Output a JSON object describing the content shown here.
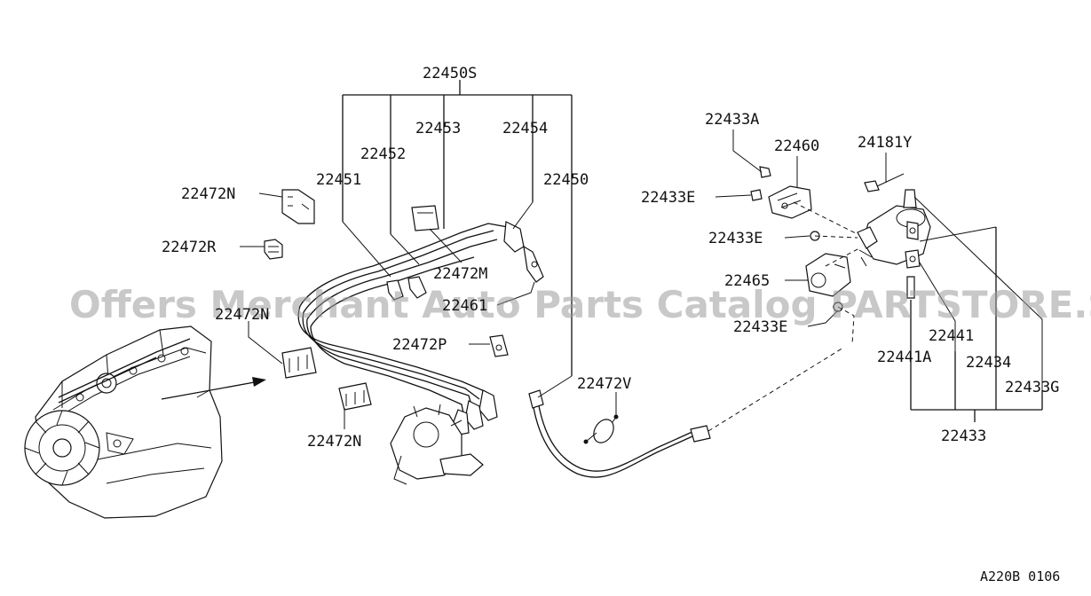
{
  "labels": {
    "l22450S": "22450S",
    "l22453": "22453",
    "l22454": "22454",
    "l22452": "22452",
    "l22451": "22451",
    "l22450": "22450",
    "l22472N_top": "22472N",
    "l22472R": "22472R",
    "l22472M": "22472M",
    "l22461": "22461",
    "l22472N_mid": "22472N",
    "l22472P": "22472P",
    "l22472N_bottom": "22472N",
    "l22472V": "22472V",
    "l22433A": "22433A",
    "l22460": "22460",
    "l24181Y": "24181Y",
    "l22433E_top": "22433E",
    "l22433E_mid": "22433E",
    "l22465": "22465",
    "l22433E_bottom": "22433E",
    "l22441": "22441",
    "l22441A": "22441A",
    "l22434": "22434",
    "l22433G": "22433G",
    "l22433": "22433"
  },
  "watermark": "Offers Merchant Auto Parts Catalog PARTSTORE.SA",
  "diagram_code": "A220B 0106"
}
